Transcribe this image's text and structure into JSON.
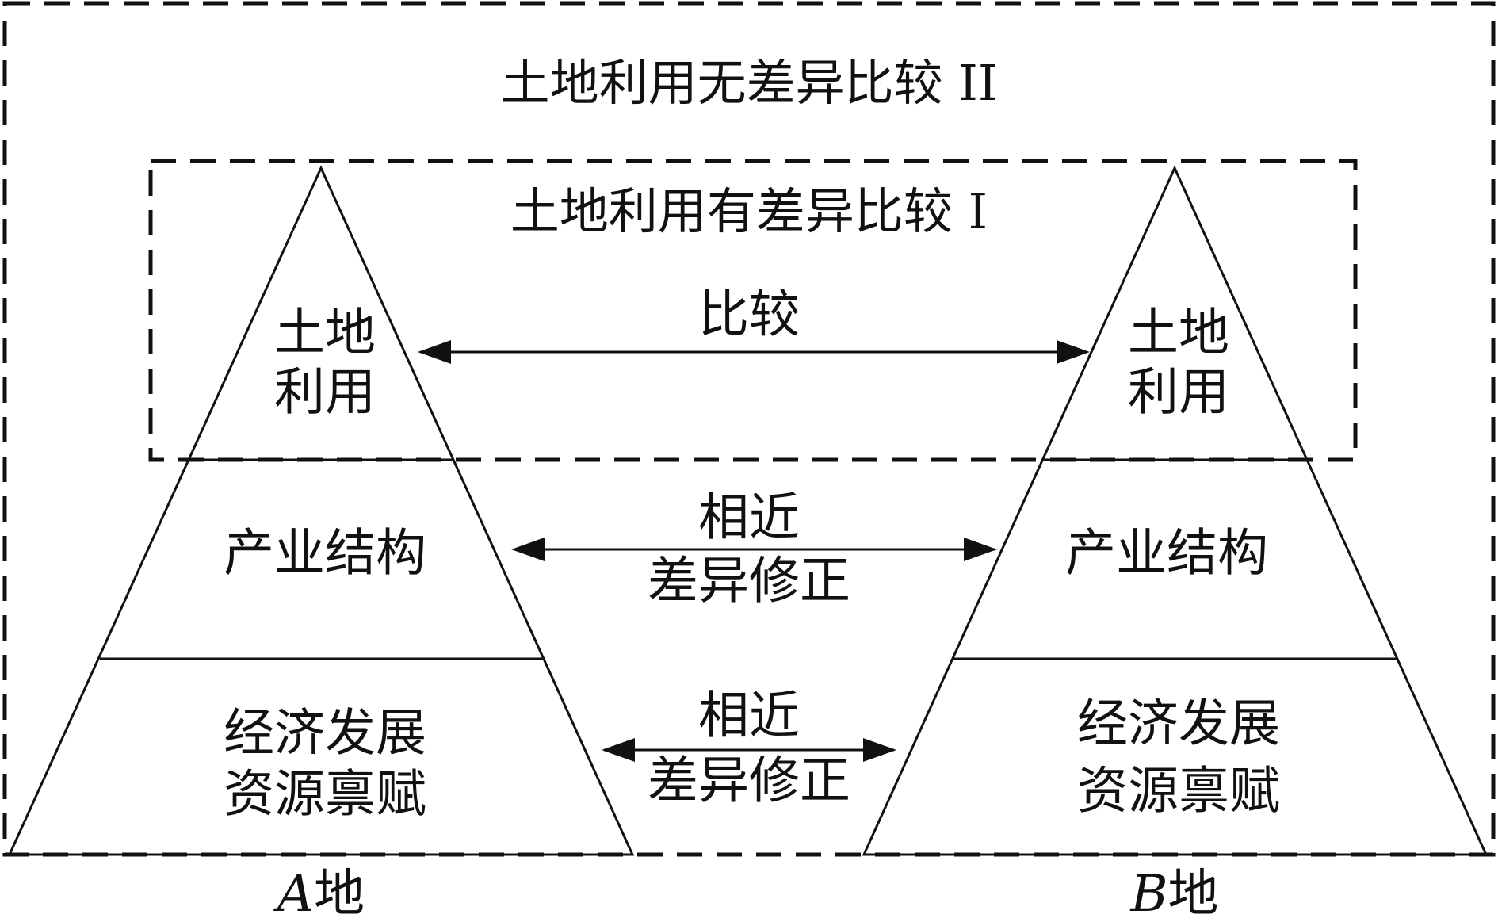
{
  "outer_box": {
    "title": "土地利用无差异比较 II"
  },
  "inner_box": {
    "title": "土地利用有差异比较 I"
  },
  "pyramid_a": {
    "top_tier": [
      "土地",
      "利用"
    ],
    "middle_tier": [
      "产业结构"
    ],
    "bottom_tier": [
      "经济发展",
      "资源禀赋"
    ],
    "site_letter": "A",
    "site_suffix": "地"
  },
  "pyramid_b": {
    "top_tier": [
      "土地",
      "利用"
    ],
    "middle_tier": [
      "产业结构"
    ],
    "bottom_tier": [
      "经济发展",
      "资源禀赋"
    ],
    "site_letter": "B",
    "site_suffix": "地"
  },
  "arrows": {
    "top": [
      "比较"
    ],
    "middle": [
      "相近",
      "差异修正"
    ],
    "bottom": [
      "相近",
      "差异修正"
    ]
  }
}
